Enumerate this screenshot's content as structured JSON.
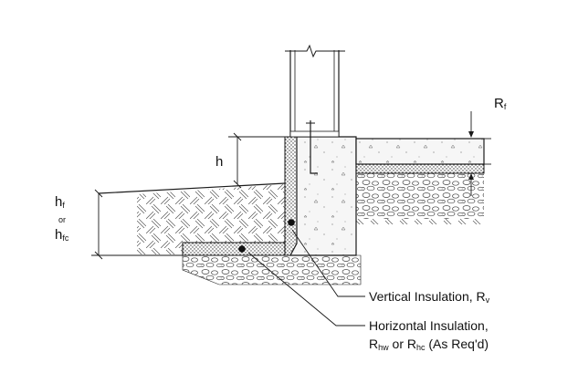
{
  "labels": {
    "rf_main": "R",
    "rf_sub": "f",
    "h": "h",
    "hf_main": "h",
    "hf_sub": "f",
    "or": "or",
    "hfc_main": "h",
    "hfc_sub": "fc",
    "vertical_text": "Vertical Insulation, R",
    "vertical_sub": "v",
    "horizontal_line1": "Horizontal Insulation,",
    "horizontal_r1": "R",
    "horizontal_r1_sub": "hw",
    "horizontal_or": " or R",
    "horizontal_r2_sub": "hc",
    "horizontal_tail": " (As Req'd)"
  },
  "colors": {
    "line": "#1a1a1a",
    "concrete_fill": "#f4f4f4",
    "insulation_fill": "#ffffff",
    "gravel_fill": "#ffffff"
  }
}
